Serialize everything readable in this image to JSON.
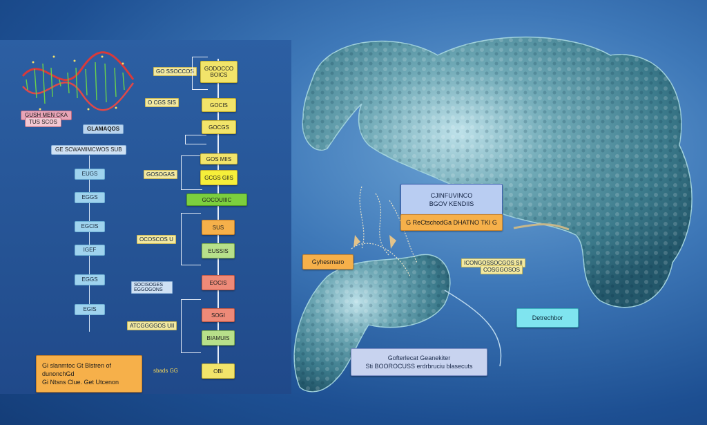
{
  "left": {
    "dna_caption_1": "GUSH MEN CKA",
    "dna_caption_2": "TUS SCOS",
    "stack_title": "GLAMAQOS",
    "stack_header": "GE SCWAMIMCWOS SUB",
    "chips": [
      "EUGS",
      "EGGS",
      "EGCIS",
      "IGEF",
      "EGGS",
      "EGIS"
    ],
    "side_notes": [
      "GO SSOCCOS",
      "O CGS SIS",
      "GOSOGAS",
      "OCOSCOS U",
      "SOCISOGES EGGOGONS",
      "ATCGGGGOS UII"
    ],
    "flow_boxes": [
      "GODOCCO BOICS",
      "GOCIS",
      "GOCGS",
      "GOS MIIS",
      "GCGS GIIS",
      "GOCOUIIIC",
      "SUS",
      "EUSSIS",
      "EOCIS",
      "SOGI",
      "BIAMUIS",
      "OBI"
    ],
    "footer_box": {
      "line1": "Gi slanmtoc Gt Blstren of",
      "line2": "dunonchGd",
      "line3": "Gi Ntsns Clue. Get Utcenon"
    },
    "footer_note": "sbads GG"
  },
  "right": {
    "blue_panel_line1": "CJINFUVINCO",
    "blue_panel_line2": "BGOV KENDIIS",
    "orange_banner": "G ReCtschodGa DHATNO TKI G",
    "gy_label": "Gyhesmaro",
    "yellow_label_1": "ICONGOSSOCGOS SII",
    "yellow_label_2": "COSGGOSOS",
    "cyan_label": "Detrechbor",
    "bottom_box_line1": "Gofterlecat Geanekiter",
    "bottom_box_line2": "Sti BOOROCUSS  erdrbruciu blasecuts"
  },
  "colors": {
    "background": "#1d4f92",
    "protein": "#4f8fa0",
    "box_yellow": "#f2e46a",
    "box_green": "#b7e08a",
    "box_orange": "#f6b04a",
    "box_red": "#ee8a78",
    "chip_blue": "#9fd3ee"
  }
}
